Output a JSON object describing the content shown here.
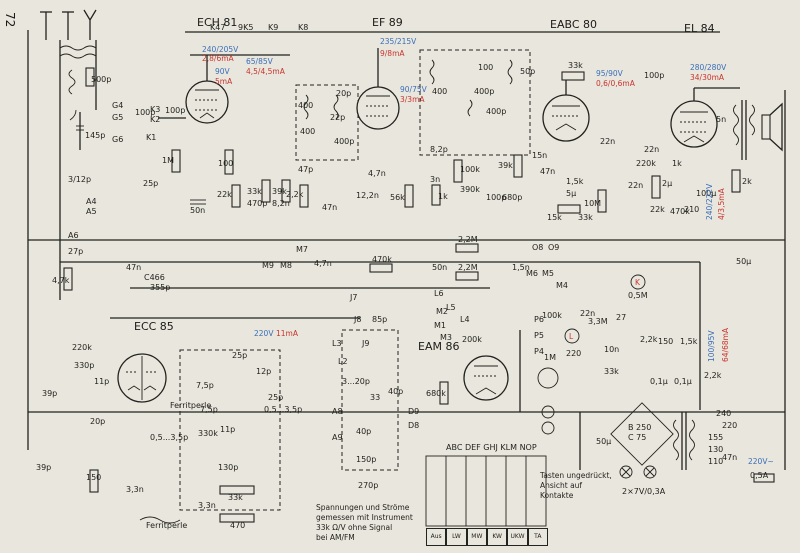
{
  "page_number": "72",
  "tubes": {
    "ech81": "ECH 81",
    "ef89": "EF 89",
    "eabc80": "EABC 80",
    "el84": "EL 84",
    "ecc85": "ECC 85",
    "eam86": "EAM 86"
  },
  "voltages": {
    "ech81_blue1": "240/205V",
    "ech81_red1": "2,8/6mA",
    "ech81_blue2": "90V",
    "ech81_red2": "5mA",
    "ech81_blue3": "65/85V",
    "ech81_red3": "4,5/4,5mA",
    "ef89_blue": "235/215V",
    "ef89_red": "9/8mA",
    "ef89_blue2": "90/75V",
    "ef89_red2": "3/3mA",
    "eabc80_blue": "95/90V",
    "eabc80_red": "0,6/0,6mA",
    "el84_blue": "280/280V",
    "el84_red": "34/30mA",
    "el84_blue2": "240/222V",
    "el84_red2": "4/3,5mA",
    "eam86_blue": "100/95V",
    "eam86_red": "64/68mA",
    "ecc85_supply": "220V",
    "ecc85_supply_red": "11mA"
  },
  "switches": {
    "k47": "K47",
    "k5_9": "9K5",
    "k9": "K9",
    "k8": "K8",
    "g4": "G4",
    "g5": "G5",
    "g6": "G6",
    "k1": "K1",
    "k2": "K2",
    "k3": "K3",
    "m7": "M7",
    "m8": "M8",
    "m9": "M9",
    "m5": "M5",
    "m6": "M6",
    "m4": "M4",
    "l6": "L6",
    "l5": "L5",
    "l4": "L4",
    "l3": "L3",
    "l2": "L2",
    "j7": "J7",
    "j8": "J8",
    "m1": "M1",
    "m2": "M2",
    "m3": "M3",
    "p6": "P6",
    "p5": "P5",
    "p4": "P4",
    "a4": "A4",
    "a5": "A5",
    "a6": "A6",
    "a8": "A8",
    "a9": "A9",
    "d8": "D8",
    "d9": "D9",
    "o8": "O8",
    "o9": "O9",
    "k_circle": "K",
    "l_circle": "L"
  },
  "components": [
    "500p",
    "145p",
    "100p",
    "100p",
    "1M",
    "50n",
    "22k",
    "33k",
    "470p",
    "39k",
    "8,2n",
    "2,2k",
    "47n",
    "100",
    "22p",
    "400",
    "20p",
    "400p",
    "12,2n",
    "56k",
    "8,2n",
    "3n",
    "390k",
    "100p",
    "39k",
    "680p",
    "100k",
    "15n",
    "5n",
    "1,5k",
    "5µ",
    "33k",
    "15k",
    "10M",
    "22n",
    "100p",
    "220k",
    "22n",
    "1k",
    "2µ",
    "470k",
    "100µ",
    "210",
    "1k",
    "2k",
    "50µ",
    "2,2M",
    "50n",
    "470k",
    "2,2M",
    "4,7n",
    "0,5M",
    "27",
    "1,5n",
    "47n",
    "4,7k",
    "27p",
    "3/12p",
    "25p",
    "355p",
    "220k",
    "330p",
    "11p",
    "20p",
    "39p",
    "39p",
    "150",
    "3,3n",
    "3,3n",
    "33k",
    "470",
    "0,5...3,5p",
    "330k",
    "11p",
    "130p",
    "7,5p",
    "25p",
    "12p",
    "0,5...3,5p",
    "40p",
    "3...20p",
    "33",
    "40p",
    "150p",
    "270p",
    "85p",
    "200k",
    "680k",
    "100k",
    "1M",
    "3,3M",
    "10n",
    "220",
    "33k",
    "150",
    "2,2k",
    "1,5k",
    "2,2k",
    "0,1µ",
    "0,1µ",
    "50µ",
    "B 250 C 75",
    "0,5A"
  ],
  "labels": {
    "c466": "C466",
    "ferrite": "Ferritperle",
    "band_labels": "ABC DEF GHJ KLM NOP",
    "band_buttons": [
      "Aus",
      "LW",
      "MW",
      "KW",
      "UKW",
      "TA"
    ],
    "note_measure": "Spannungen und Ströme\ngemessen mit Instrument\n33k Ω/V ohne Signal\nbei AM/FM",
    "note_buttons": "Tasten ungedrückt,\nAnsicht auf\nKontakte",
    "transformer_taps": [
      "240",
      "220",
      "155",
      "130",
      "110"
    ],
    "mains": "220V~",
    "lamps": "2×7V/0,3A"
  }
}
